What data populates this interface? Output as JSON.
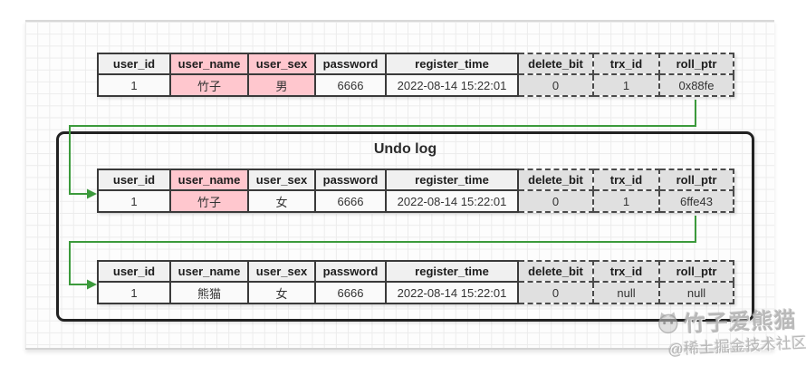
{
  "diagram": {
    "undo_box_title": "Undo log",
    "columns": [
      "user_id",
      "user_name",
      "user_sex",
      "password",
      "register_time",
      "delete_bit",
      "trx_id",
      "roll_ptr"
    ],
    "tables": [
      {
        "name": "current-record",
        "row": [
          "1",
          "竹子",
          "男",
          "6666",
          "2022-08-14 15:22:01",
          "0",
          "1",
          "0x88fe"
        ]
      },
      {
        "name": "undo-log-version-1",
        "row": [
          "1",
          "竹子",
          "女",
          "6666",
          "2022-08-14 15:22:01",
          "0",
          "1",
          "6ffe43"
        ]
      },
      {
        "name": "undo-log-version-2",
        "row": [
          "1",
          "熊猫",
          "女",
          "6666",
          "2022-08-14 15:22:01",
          "0",
          "null",
          "null"
        ]
      }
    ]
  },
  "watermark": {
    "line1": "竹子爱熊猫",
    "line2": "@稀土掘金技术社区"
  },
  "colors": {
    "highlight_pink": "#ffc7ce",
    "header_gray": "#f0f0f0",
    "hidden_column_gray": "#e0e0e0",
    "arrow_green": "#3c9a3c",
    "table_border": "#3a3a3a",
    "box_border": "#222222"
  }
}
